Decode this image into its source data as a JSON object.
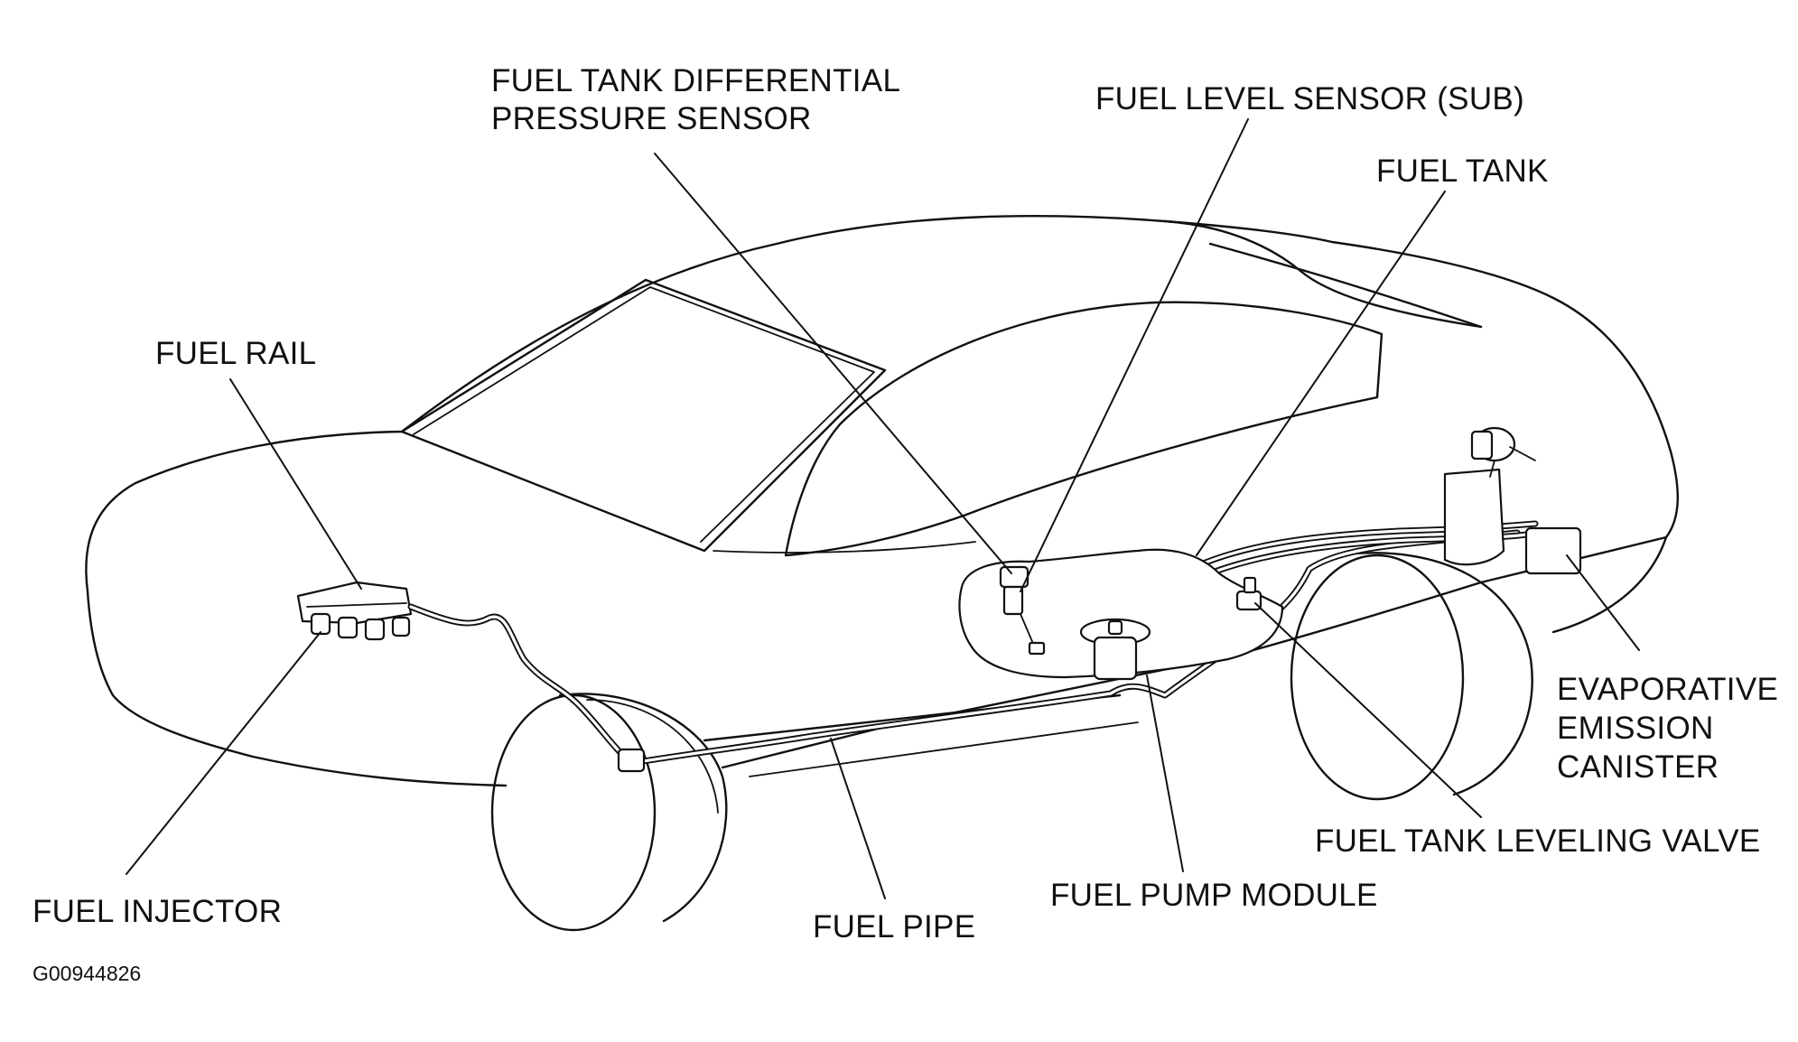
{
  "figure": {
    "id": "G00944826",
    "colors": {
      "ink": "#111111",
      "background": "#ffffff"
    }
  },
  "labels": {
    "pressure_sensor": [
      "FUEL TANK DIFFERENTIAL",
      "PRESSURE SENSOR"
    ],
    "level_sensor": "FUEL LEVEL SENSOR (SUB)",
    "fuel_tank": "FUEL TANK",
    "fuel_rail": "FUEL RAIL",
    "canister": [
      "EVAPORATIVE",
      "EMISSION",
      "CANISTER"
    ],
    "leveling_valve": "FUEL TANK LEVELING VALVE",
    "pump_module": "FUEL PUMP MODULE",
    "fuel_injector": "FUEL INJECTOR",
    "fuel_pipe": "FUEL PIPE"
  }
}
